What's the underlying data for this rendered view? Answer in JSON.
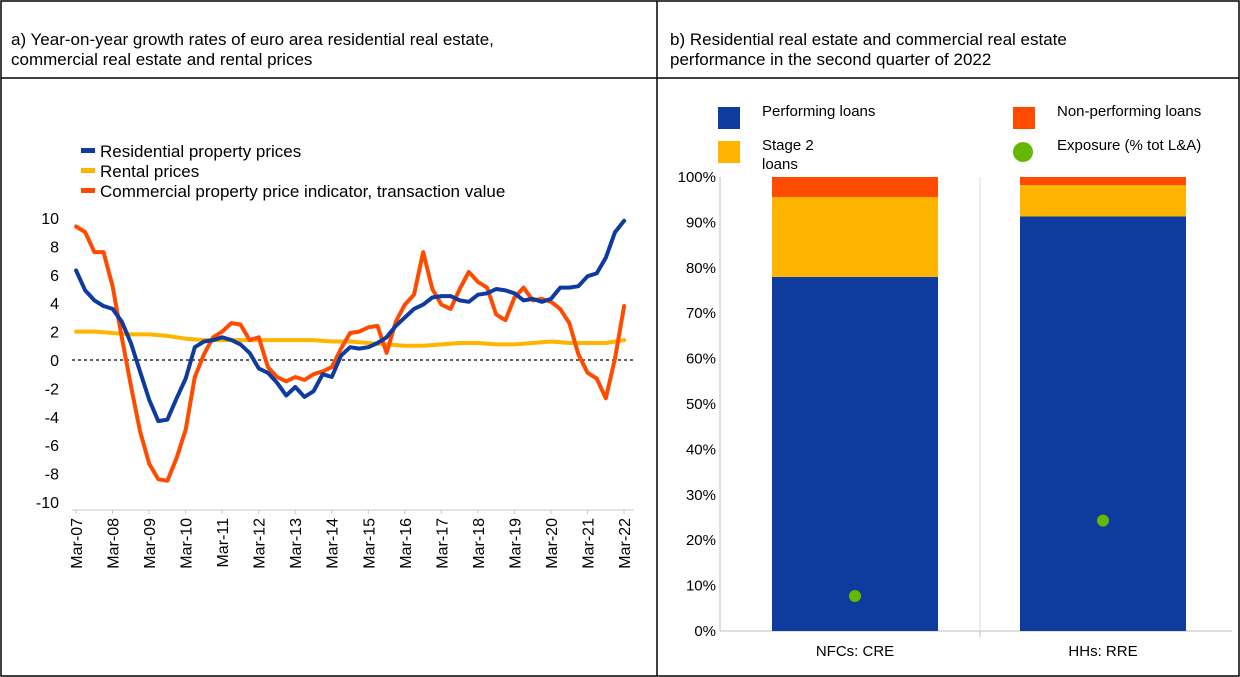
{
  "panel_a": {
    "title": "a) Year-on-year growth rates of euro area residential real estate,\ncommercial real estate and rental prices"
  },
  "panel_b": {
    "title": "b) Residential real estate and commercial real estate\nperformance in the second quarter of 2022"
  },
  "colors": {
    "blue": "#0D3B9E",
    "yellow": "#FFB400",
    "orange": "#FF4B00",
    "green": "#65B800"
  },
  "chart_data": [
    {
      "type": "line",
      "title": "",
      "xlabel": "",
      "ylabel": "",
      "ylim": [
        -10,
        10
      ],
      "yticks": [
        -10,
        -8,
        -6,
        -4,
        -2,
        0,
        2,
        4,
        6,
        8,
        10
      ],
      "xlim": [
        2007.167,
        2022.167
      ],
      "xticks": [
        {
          "x": 2007.167,
          "label": "Mar-07"
        },
        {
          "x": 2008.167,
          "label": "Mar-08"
        },
        {
          "x": 2009.167,
          "label": "Mar-09"
        },
        {
          "x": 2010.167,
          "label": "Mar-10"
        },
        {
          "x": 2011.167,
          "label": "Mar-11"
        },
        {
          "x": 2012.167,
          "label": "Mar-12"
        },
        {
          "x": 2013.167,
          "label": "Mar-13"
        },
        {
          "x": 2014.167,
          "label": "Mar-14"
        },
        {
          "x": 2015.167,
          "label": "Mar-15"
        },
        {
          "x": 2016.167,
          "label": "Mar-16"
        },
        {
          "x": 2017.167,
          "label": "Mar-17"
        },
        {
          "x": 2018.167,
          "label": "Mar-18"
        },
        {
          "x": 2019.167,
          "label": "Mar-19"
        },
        {
          "x": 2020.167,
          "label": "Mar-20"
        },
        {
          "x": 2021.167,
          "label": "Mar-21"
        },
        {
          "x": 2022.167,
          "label": "Mar-22"
        }
      ],
      "zero_line": "dashed",
      "grid": false,
      "legend_position": "top-left",
      "series": [
        {
          "name": "Residential property prices",
          "color": "#0D3B9E",
          "points": [
            [
              2007.17,
              6.3
            ],
            [
              2007.42,
              4.9
            ],
            [
              2007.67,
              4.2
            ],
            [
              2007.92,
              3.8
            ],
            [
              2008.17,
              3.6
            ],
            [
              2008.42,
              2.7
            ],
            [
              2008.67,
              1.2
            ],
            [
              2008.92,
              -0.8
            ],
            [
              2009.17,
              -2.8
            ],
            [
              2009.42,
              -4.3
            ],
            [
              2009.67,
              -4.2
            ],
            [
              2009.92,
              -2.7
            ],
            [
              2010.17,
              -1.3
            ],
            [
              2010.42,
              0.9
            ],
            [
              2010.67,
              1.3
            ],
            [
              2010.92,
              1.4
            ],
            [
              2011.17,
              1.6
            ],
            [
              2011.42,
              1.4
            ],
            [
              2011.67,
              1.1
            ],
            [
              2011.92,
              0.5
            ],
            [
              2012.17,
              -0.6
            ],
            [
              2012.42,
              -0.9
            ],
            [
              2012.67,
              -1.6
            ],
            [
              2012.92,
              -2.5
            ],
            [
              2013.17,
              -1.9
            ],
            [
              2013.42,
              -2.6
            ],
            [
              2013.67,
              -2.2
            ],
            [
              2013.92,
              -1.0
            ],
            [
              2014.17,
              -1.2
            ],
            [
              2014.42,
              0.3
            ],
            [
              2014.67,
              0.9
            ],
            [
              2014.92,
              0.8
            ],
            [
              2015.17,
              0.9
            ],
            [
              2015.42,
              1.2
            ],
            [
              2015.67,
              1.6
            ],
            [
              2015.92,
              2.4
            ],
            [
              2016.17,
              3.0
            ],
            [
              2016.42,
              3.6
            ],
            [
              2016.67,
              3.9
            ],
            [
              2016.92,
              4.4
            ],
            [
              2017.17,
              4.5
            ],
            [
              2017.42,
              4.5
            ],
            [
              2017.67,
              4.2
            ],
            [
              2017.92,
              4.1
            ],
            [
              2018.17,
              4.6
            ],
            [
              2018.42,
              4.7
            ],
            [
              2018.67,
              5.0
            ],
            [
              2018.92,
              4.9
            ],
            [
              2019.17,
              4.7
            ],
            [
              2019.42,
              4.2
            ],
            [
              2019.67,
              4.3
            ],
            [
              2019.92,
              4.1
            ],
            [
              2020.17,
              4.3
            ],
            [
              2020.42,
              5.1
            ],
            [
              2020.67,
              5.1
            ],
            [
              2020.92,
              5.2
            ],
            [
              2021.17,
              5.9
            ],
            [
              2021.42,
              6.1
            ],
            [
              2021.67,
              7.2
            ],
            [
              2021.92,
              9.0
            ],
            [
              2022.17,
              9.8
            ]
          ]
        },
        {
          "name": "Rental prices",
          "color": "#FFB400",
          "points": [
            [
              2007.17,
              2.0
            ],
            [
              2007.67,
              2.0
            ],
            [
              2008.17,
              1.9
            ],
            [
              2008.67,
              1.8
            ],
            [
              2009.17,
              1.8
            ],
            [
              2009.67,
              1.7
            ],
            [
              2010.17,
              1.5
            ],
            [
              2010.67,
              1.4
            ],
            [
              2011.17,
              1.4
            ],
            [
              2011.67,
              1.4
            ],
            [
              2012.17,
              1.4
            ],
            [
              2012.67,
              1.4
            ],
            [
              2013.17,
              1.4
            ],
            [
              2013.67,
              1.4
            ],
            [
              2014.17,
              1.3
            ],
            [
              2014.67,
              1.3
            ],
            [
              2015.17,
              1.2
            ],
            [
              2015.67,
              1.1
            ],
            [
              2016.17,
              1.0
            ],
            [
              2016.67,
              1.0
            ],
            [
              2017.17,
              1.1
            ],
            [
              2017.67,
              1.2
            ],
            [
              2018.17,
              1.2
            ],
            [
              2018.67,
              1.1
            ],
            [
              2019.17,
              1.1
            ],
            [
              2019.67,
              1.2
            ],
            [
              2020.17,
              1.3
            ],
            [
              2020.67,
              1.2
            ],
            [
              2021.17,
              1.2
            ],
            [
              2021.67,
              1.2
            ],
            [
              2022.17,
              1.4
            ]
          ]
        },
        {
          "name": "Commercial property price indicator, transaction value",
          "color": "#FF4B00",
          "points": [
            [
              2007.17,
              9.4
            ],
            [
              2007.42,
              9.0
            ],
            [
              2007.67,
              7.6
            ],
            [
              2007.92,
              7.6
            ],
            [
              2008.17,
              5.2
            ],
            [
              2008.42,
              1.6
            ],
            [
              2008.67,
              -1.8
            ],
            [
              2008.92,
              -5.0
            ],
            [
              2009.17,
              -7.3
            ],
            [
              2009.42,
              -8.4
            ],
            [
              2009.67,
              -8.5
            ],
            [
              2009.92,
              -6.9
            ],
            [
              2010.17,
              -4.9
            ],
            [
              2010.42,
              -1.2
            ],
            [
              2010.67,
              0.4
            ],
            [
              2010.92,
              1.6
            ],
            [
              2011.17,
              2.0
            ],
            [
              2011.42,
              2.6
            ],
            [
              2011.67,
              2.5
            ],
            [
              2011.92,
              1.4
            ],
            [
              2012.17,
              1.6
            ],
            [
              2012.42,
              -0.5
            ],
            [
              2012.67,
              -1.2
            ],
            [
              2012.92,
              -1.5
            ],
            [
              2013.17,
              -1.2
            ],
            [
              2013.42,
              -1.4
            ],
            [
              2013.67,
              -1.0
            ],
            [
              2013.92,
              -0.8
            ],
            [
              2014.17,
              -0.5
            ],
            [
              2014.42,
              0.8
            ],
            [
              2014.67,
              1.9
            ],
            [
              2014.92,
              2.0
            ],
            [
              2015.17,
              2.3
            ],
            [
              2015.42,
              2.4
            ],
            [
              2015.67,
              0.5
            ],
            [
              2015.92,
              2.7
            ],
            [
              2016.17,
              3.9
            ],
            [
              2016.42,
              4.6
            ],
            [
              2016.67,
              7.6
            ],
            [
              2016.92,
              5.0
            ],
            [
              2017.17,
              3.9
            ],
            [
              2017.42,
              3.6
            ],
            [
              2017.67,
              5.0
            ],
            [
              2017.92,
              6.2
            ],
            [
              2018.17,
              5.5
            ],
            [
              2018.42,
              5.1
            ],
            [
              2018.67,
              3.2
            ],
            [
              2018.92,
              2.8
            ],
            [
              2019.17,
              4.4
            ],
            [
              2019.42,
              5.1
            ],
            [
              2019.67,
              4.2
            ],
            [
              2019.92,
              4.3
            ],
            [
              2020.17,
              4.1
            ],
            [
              2020.42,
              3.6
            ],
            [
              2020.67,
              2.6
            ],
            [
              2020.92,
              0.4
            ],
            [
              2021.17,
              -0.9
            ],
            [
              2021.42,
              -1.3
            ],
            [
              2021.67,
              -2.7
            ],
            [
              2021.92,
              0.1
            ],
            [
              2022.17,
              3.8
            ]
          ]
        }
      ]
    },
    {
      "type": "bar",
      "stacked": true,
      "title": "",
      "xlabel": "",
      "ylabel": "",
      "ylim": [
        0,
        100
      ],
      "yticks": [
        0,
        10,
        20,
        30,
        40,
        50,
        60,
        70,
        80,
        90,
        100
      ],
      "y_tick_suffix": "%",
      "categories": [
        "NFCs: CRE",
        "HHs: RRE"
      ],
      "grid": false,
      "legend_position": "top",
      "series": [
        {
          "name": "Performing loans",
          "color": "#0D3B9E",
          "values": [
            78.0,
            91.3
          ]
        },
        {
          "name": "Stage 2\nloans",
          "color": "#FFB400",
          "values": [
            17.6,
            6.9
          ]
        },
        {
          "name": "Non-performing loans",
          "color": "#FF4B00",
          "values": [
            4.4,
            1.8
          ]
        }
      ],
      "markers": [
        {
          "name": "Exposure (% tot L&A)",
          "color": "#65B800",
          "values": [
            7.7,
            24.3
          ]
        }
      ]
    }
  ]
}
